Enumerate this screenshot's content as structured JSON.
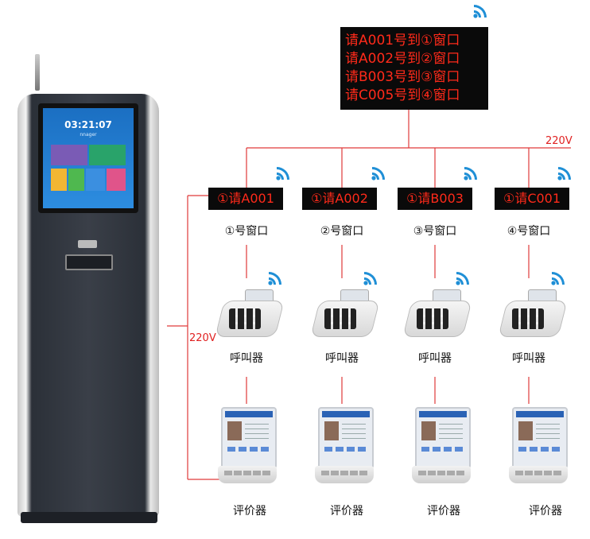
{
  "main_display": {
    "lines": [
      "请A001号到①窗口",
      "请A002号到②窗口",
      "请B003号到③窗口",
      "请C005号到④窗口"
    ]
  },
  "voltage": {
    "top": "220V",
    "left": "220V"
  },
  "kiosk": {
    "time": "03:21:07",
    "brand": "nnager"
  },
  "windows": [
    {
      "led": "①请A001",
      "name": "①号窗口",
      "caller": "呼叫器",
      "evaluator": "评价器"
    },
    {
      "led": "①请A002",
      "name": "②号窗口",
      "caller": "呼叫器",
      "evaluator": "评价器"
    },
    {
      "led": "①请B003",
      "name": "③号窗口",
      "caller": "呼叫器",
      "evaluator": "评价器"
    },
    {
      "led": "①请C001",
      "name": "④号窗口",
      "caller": "呼叫器",
      "evaluator": "评价器"
    }
  ],
  "colors": {
    "line": "#e03030",
    "led_text": "#ff2a1a",
    "led_bg": "#0a0a0a"
  }
}
